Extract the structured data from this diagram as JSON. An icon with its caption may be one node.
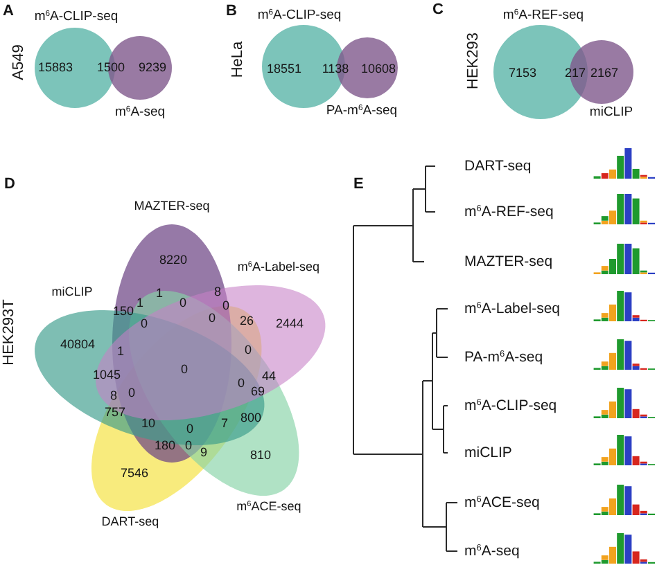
{
  "diagram": {
    "nodes": [
      {
        "text": [
          "m$^{6}$A-CLIP-seq",
          "15883"
        ]
      },
      {
        "text": [
          "9239",
          "m$^{6}$A-seq"
        ]
      },
      {
        "text": [
          "m$^{6}$A-CLIP-seq",
          "18551"
        ]
      },
      {
        "text": [
          "10608",
          "PA-m$^{6}$A-seq"
        ]
      },
      {
        "text": [
          "m$^{6}$A-REF-seq",
          "7153"
        ]
      },
      {
        "text": [
          "2167",
          "miCLIP"
        ]
      },
      {
        "text": [
          "MAZTER-seq",
          "8220"
        ]
      },
      {
        "text": [
          "m$^{6}$A-Label-seq",
          "2444"
        ]
      },
      {
        "text": [
          "miCLIP",
          "40804"
        ]
      },
      {
        "text": [
          "810",
          "m$^{6}$ACE-seq"
        ]
      },
      {
        "text": [
          "7546",
          "DART-seq"
        ]
      }
    ],
    "labels": [
      "A",
      "A549",
      "1500",
      "B",
      "HeLa",
      "1138",
      "C",
      "HEK293",
      "217",
      "D",
      "HEK293T",
      "150",
      "1",
      "1",
      "0",
      "8",
      "0",
      "0",
      "0",
      "26",
      "1",
      "0",
      "1045",
      "0",
      "0",
      "44",
      "8",
      "0",
      "69",
      "757",
      "10",
      "0",
      "7",
      "800",
      "180",
      "0",
      "9",
      "E",
      "DART-seq",
      "m$^{6}$A-REF-seq",
      "MAZTER-seq",
      "m$^{6}$A-Label-seq",
      "PA-m$^{6}$A-seq",
      "m$^{6}$A-CLIP-seq",
      "miCLIP",
      "m$^{6}$ACE-seq",
      "m$^{6}$A-seq"
    ]
  }
}
